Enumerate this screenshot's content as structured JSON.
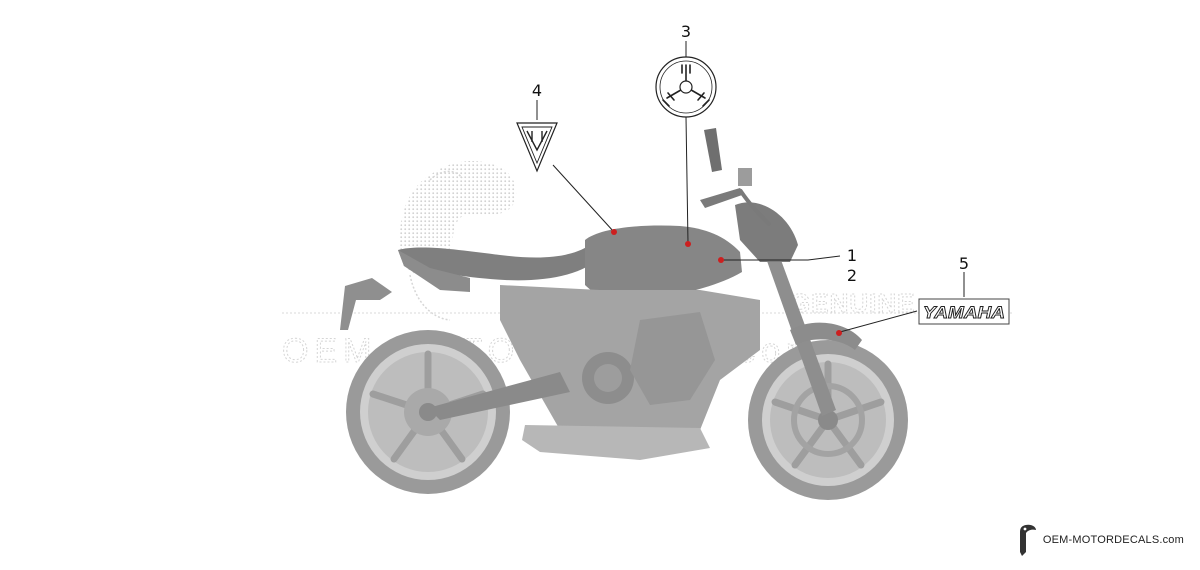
{
  "diagram": {
    "callouts": [
      {
        "id": "1",
        "label": "1"
      },
      {
        "id": "2",
        "label": "2"
      },
      {
        "id": "3",
        "label": "3"
      },
      {
        "id": "4",
        "label": "4"
      },
      {
        "id": "5",
        "label": "5"
      }
    ],
    "decal_text": "YAMAHA",
    "marker_color": "#cc1f1f"
  },
  "watermark": {
    "word_top": "GENUINE",
    "line_bottom": "OEM-MOTORDECALS.com"
  },
  "footer": {
    "site": "OEM-MOTORDECALS.com"
  }
}
